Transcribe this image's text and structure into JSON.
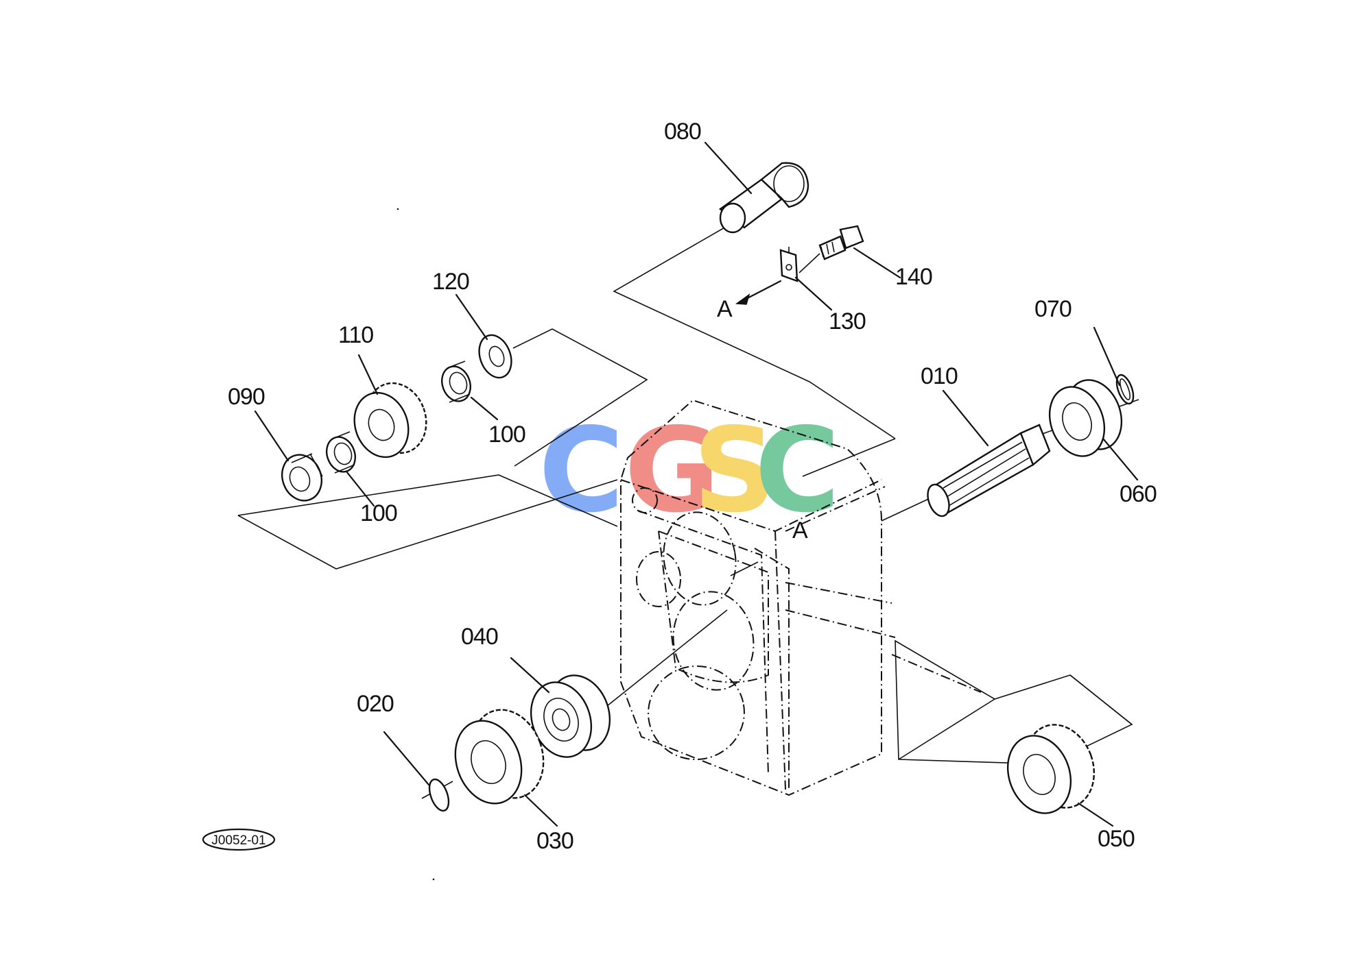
{
  "diagram": {
    "drawing_code": "J0052-01",
    "watermark": {
      "letters": [
        "C",
        "G",
        "S",
        "C"
      ],
      "colors": [
        "#6f9df5",
        "#ee7a73",
        "#f6cf52",
        "#5fbf8d"
      ]
    },
    "view_marks": {
      "a1": "A",
      "a2": "A"
    },
    "parts": {
      "p010": "010",
      "p020": "020",
      "p030": "030",
      "p040": "040",
      "p050": "050",
      "p060": "060",
      "p070": "070",
      "p080": "080",
      "p090": "090",
      "p100a": "100",
      "p100b": "100",
      "p110": "110",
      "p120": "120",
      "p130": "130",
      "p140": "140"
    }
  }
}
